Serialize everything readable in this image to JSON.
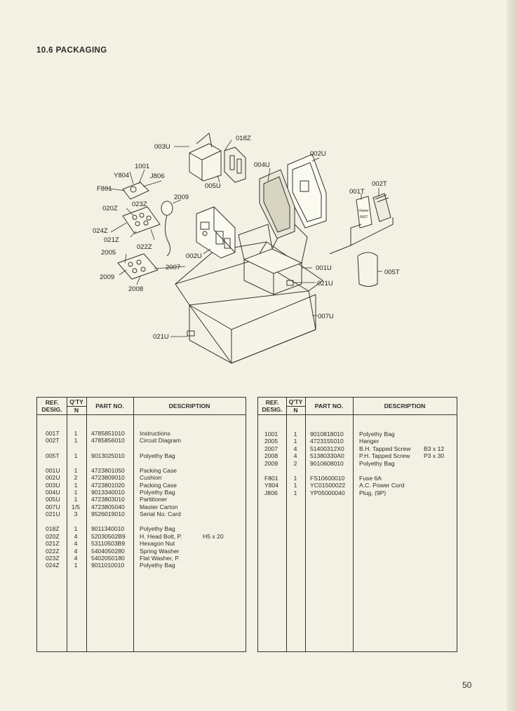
{
  "section_title": "10.6  PACKAGING",
  "diagram_labels": {
    "l003U_top": "003U",
    "l018Z": "018Z",
    "l002U_top": "002U",
    "l004U": "004U",
    "l1001": "1001",
    "lY804": "Y804",
    "lJ806": "J806",
    "l005U": "005U",
    "l001T": "001T",
    "l002T": "002T",
    "lF801": "F801",
    "l2009_top": "2009",
    "l020Z": "020Z",
    "l023Z": "023Z",
    "l024Z": "024Z",
    "l021Z": "021Z",
    "l022Z": "022Z",
    "l002U_mid": "002U",
    "l2005": "2005",
    "l2007": "2007",
    "l2009_bot": "2009",
    "l2008": "2008",
    "l001U": "001U",
    "l021U_right": "021U",
    "l005T": "005T",
    "l007U": "007U",
    "l021U_bottom": "021U",
    "card_text_1": "Owner",
    "card_text_2": "INST"
  },
  "table_headers": {
    "ref": "REF. DESIG.",
    "qty": "Q'TY",
    "qty_sub": "N",
    "part": "PART NO.",
    "desc": "DESCRIPTION"
  },
  "left_table": [
    {
      "ref": "001T",
      "qty": "1",
      "part": "4785851010",
      "desc": "Instructions",
      "spec": ""
    },
    {
      "ref": "002T",
      "qty": "1",
      "part": "4785856010",
      "desc": "Circuit Diagram",
      "spec": ""
    },
    {
      "ref": "005T",
      "qty": "1",
      "part": "9013025010",
      "desc": "Polyethy Bag",
      "spec": ""
    },
    {
      "ref": "001U",
      "qty": "1",
      "part": "4723801050",
      "desc": "Packing Case",
      "spec": ""
    },
    {
      "ref": "002U",
      "qty": "2",
      "part": "4723809010",
      "desc": "Cushion",
      "spec": ""
    },
    {
      "ref": "003U",
      "qty": "1",
      "part": "4723801020",
      "desc": "Packing Case",
      "spec": ""
    },
    {
      "ref": "004U",
      "qty": "1",
      "part": "9013340010",
      "desc": "Polyethy Bag",
      "spec": ""
    },
    {
      "ref": "005U",
      "qty": "1",
      "part": "4723803010",
      "desc": "Partitioner",
      "spec": ""
    },
    {
      "ref": "007U",
      "qty": "1/5",
      "part": "4723805040",
      "desc": "Master Carton",
      "spec": ""
    },
    {
      "ref": "021U",
      "qty": "3",
      "part": "9526019010",
      "desc": "Serial No. Card",
      "spec": ""
    },
    {
      "ref": "018Z",
      "qty": "1",
      "part": "9011340010",
      "desc": "Polyethy Bag",
      "spec": ""
    },
    {
      "ref": "020Z",
      "qty": "4",
      "part": "52030502B9",
      "desc": "H. Head Bolt, P.",
      "spec": "H5 x 20"
    },
    {
      "ref": "021Z",
      "qty": "4",
      "part": "53110503B9",
      "desc": "Hexagon Nut",
      "spec": ""
    },
    {
      "ref": "022Z",
      "qty": "4",
      "part": "5404050280",
      "desc": "Spring Washer",
      "spec": ""
    },
    {
      "ref": "023Z",
      "qty": "4",
      "part": "5402050180",
      "desc": "Flat Washer, P.",
      "spec": ""
    },
    {
      "ref": "024Z",
      "qty": "1",
      "part": "9011010010",
      "desc": "Polyethy Bag",
      "spec": ""
    }
  ],
  "right_table": [
    {
      "ref": "1001",
      "qty": "1",
      "part": "9010818010",
      "desc": "Polyethy Bag",
      "spec": ""
    },
    {
      "ref": "2005",
      "qty": "1",
      "part": "4723155010",
      "desc": "Hanger",
      "spec": ""
    },
    {
      "ref": "2007",
      "qty": "4",
      "part": "51400312X0",
      "desc": "B.H. Tapped Screw",
      "spec": "B3 x 12"
    },
    {
      "ref": "2008",
      "qty": "4",
      "part": "51380330A0",
      "desc": "P.H. Tapped Screw",
      "spec": "P3 x 30"
    },
    {
      "ref": "2009",
      "qty": "2",
      "part": "9010608010",
      "desc": "Polyethy Bag",
      "spec": ""
    },
    {
      "ref": "F801",
      "qty": "1",
      "part": "FS10600010",
      "desc": "Fuse      6A",
      "spec": ""
    },
    {
      "ref": "Y804",
      "qty": "1",
      "part": "YC01500022",
      "desc": "A.C. Power Cord",
      "spec": ""
    },
    {
      "ref": "J806",
      "qty": "1",
      "part": "YP05000040",
      "desc": "Plug,      (9P)",
      "spec": ""
    }
  ],
  "page_number": "50"
}
